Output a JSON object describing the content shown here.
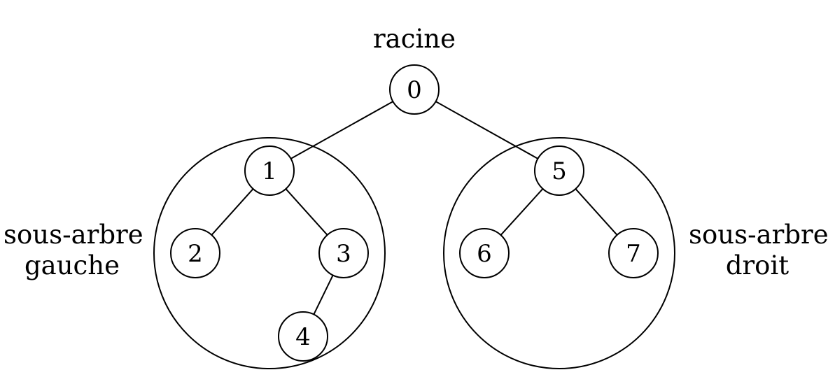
{
  "labels": {
    "root": "racine",
    "left_subtree": [
      "sous-arbre",
      "gauche"
    ],
    "right_subtree": [
      "sous-arbre",
      "droit"
    ]
  },
  "tree": {
    "nodes": [
      "0",
      "1",
      "2",
      "3",
      "4",
      "5",
      "6",
      "7"
    ],
    "edges": [
      [
        "0",
        "1"
      ],
      [
        "0",
        "5"
      ],
      [
        "1",
        "2"
      ],
      [
        "1",
        "3"
      ],
      [
        "3",
        "4"
      ],
      [
        "5",
        "6"
      ],
      [
        "5",
        "7"
      ]
    ]
  }
}
